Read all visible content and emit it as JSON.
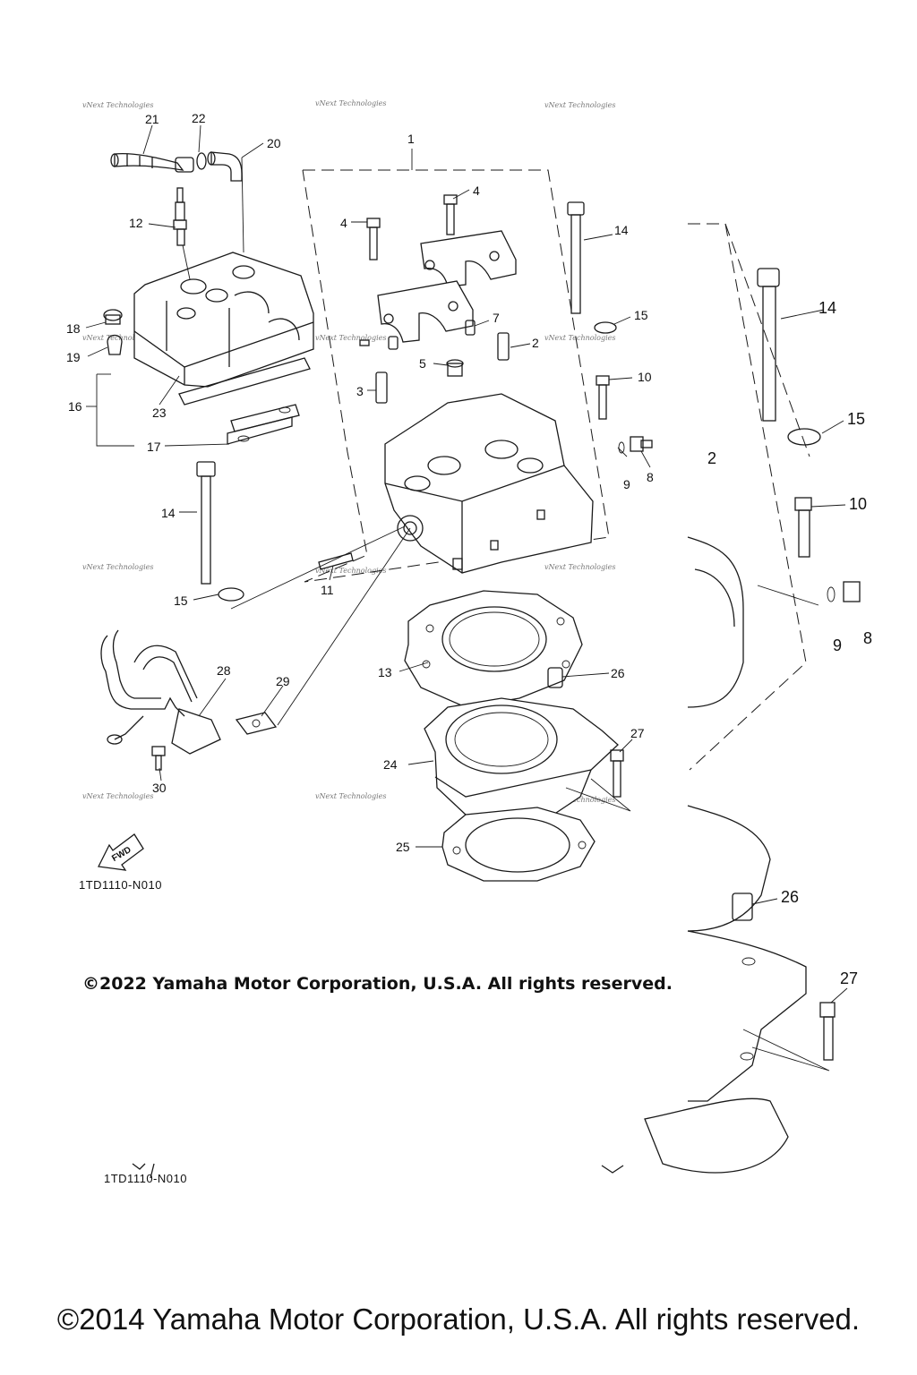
{
  "diagram_code": "1TD1110-N010",
  "diagram_code_ghost": "1TD1110-N010",
  "fwd_label": "FWD",
  "watermark": "vNext Technologies",
  "notice_2022": "©2022 Yamaha Motor Corporation, U.S.A. All rights reserved.",
  "footer_2014": "©2014 Yamaha Motor Corporation, U.S.A. All rights reserved.",
  "callouts": {
    "c1": "1",
    "c2": "2",
    "c3": "3",
    "c4a": "4",
    "c4b": "4",
    "c5": "5",
    "c7": "7",
    "c8": "8",
    "c9": "9",
    "c10": "10",
    "c11": "11",
    "c12": "12",
    "c13": "13",
    "c14a": "14",
    "c14b": "14",
    "c15a": "15",
    "c15b": "15",
    "c16": "16",
    "c17": "17",
    "c18": "18",
    "c19": "19",
    "c20": "20",
    "c21": "21",
    "c22": "22",
    "c23": "23",
    "c24": "24",
    "c25": "25",
    "c26": "26",
    "c27": "27",
    "c28": "28",
    "c29": "29",
    "c30": "30"
  },
  "ghost_callouts": {
    "g2": "2",
    "g8": "8",
    "g9": "9",
    "g10": "10",
    "g14": "14",
    "g15": "15",
    "g26": "26",
    "g27": "27"
  }
}
